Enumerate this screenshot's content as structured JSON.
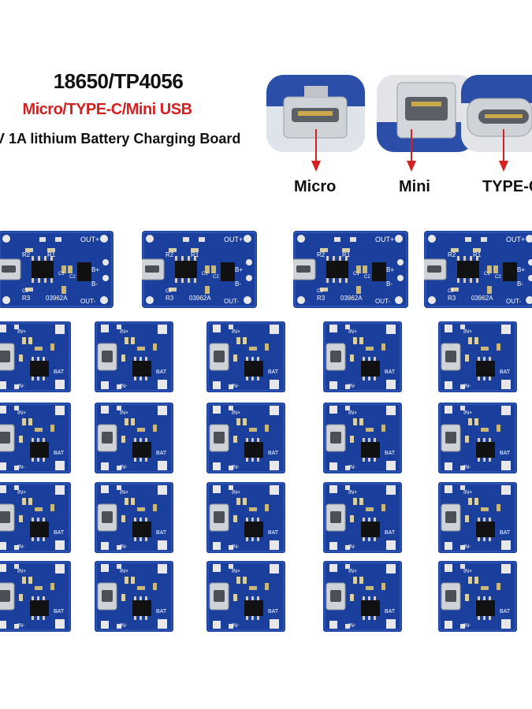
{
  "title": {
    "main": "18650/TP4056",
    "sub": "Micro/TYPE-C/Mini USB",
    "desc": "V 1A lithium Battery Charging Board"
  },
  "connectors": [
    {
      "label": "Micro",
      "type": "micro"
    },
    {
      "label": "Mini",
      "type": "mini"
    },
    {
      "label": "TYPE-C",
      "type": "typec"
    }
  ],
  "colors": {
    "pcb": "#1a3f9c",
    "pcb_dark": "#0f2a72",
    "title_red": "#d42020",
    "arrow_red": "#d42020"
  },
  "wide_board": {
    "labels": [
      "OUT+",
      "R2",
      "R1",
      "C1",
      "C2",
      "C3",
      "R3",
      "03962A",
      "OUT-",
      "B+",
      "B-"
    ]
  },
  "square_board": {
    "labels": [
      "IN+",
      "IN-",
      "BAT"
    ]
  }
}
